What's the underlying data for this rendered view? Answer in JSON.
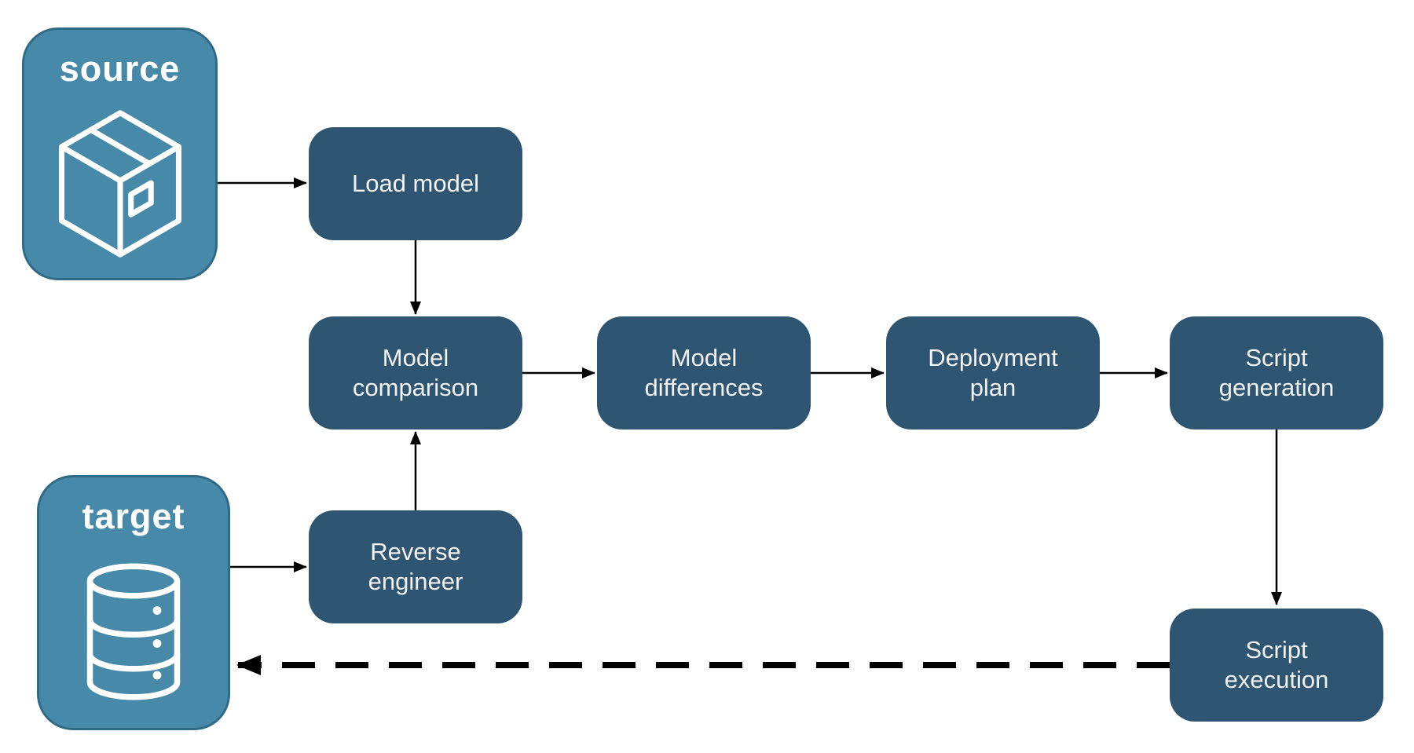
{
  "diagram": {
    "nodes": {
      "source": {
        "label": "source",
        "kind": "endpoint",
        "icon": "package-icon"
      },
      "target": {
        "label": "target",
        "kind": "endpoint",
        "icon": "database-icon"
      },
      "load_model": {
        "label": "Load model",
        "kind": "process"
      },
      "model_comparison": {
        "label": "Model comparison",
        "kind": "process"
      },
      "model_differences": {
        "label": "Model differences",
        "kind": "process"
      },
      "deployment_plan": {
        "label": "Deployment plan",
        "kind": "process"
      },
      "script_generation": {
        "label": "Script generation",
        "kind": "process"
      },
      "reverse_engineer": {
        "label": "Reverse engineer",
        "kind": "process"
      },
      "script_execution": {
        "label": "Script execution",
        "kind": "process"
      }
    },
    "edges": [
      {
        "from": "source",
        "to": "load_model",
        "style": "solid",
        "points": [
          [
            277,
            233
          ],
          [
            390,
            233
          ]
        ]
      },
      {
        "from": "load_model",
        "to": "model_comparison",
        "style": "solid",
        "points": [
          [
            529,
            306
          ],
          [
            529,
            400
          ]
        ]
      },
      {
        "from": "model_comparison",
        "to": "model_differences",
        "style": "solid",
        "points": [
          [
            665,
            475
          ],
          [
            757,
            475
          ]
        ]
      },
      {
        "from": "model_differences",
        "to": "deployment_plan",
        "style": "solid",
        "points": [
          [
            1032,
            475
          ],
          [
            1125,
            475
          ]
        ]
      },
      {
        "from": "deployment_plan",
        "to": "script_generation",
        "style": "solid",
        "points": [
          [
            1400,
            475
          ],
          [
            1486,
            475
          ]
        ]
      },
      {
        "from": "script_generation",
        "to": "script_execution",
        "style": "solid",
        "points": [
          [
            1625,
            547
          ],
          [
            1625,
            770
          ]
        ]
      },
      {
        "from": "target",
        "to": "reverse_engineer",
        "style": "solid",
        "points": [
          [
            293,
            722
          ],
          [
            390,
            722
          ]
        ]
      },
      {
        "from": "reverse_engineer",
        "to": "model_comparison",
        "style": "solid",
        "points": [
          [
            529,
            650
          ],
          [
            529,
            550
          ]
        ]
      },
      {
        "from": "script_execution",
        "to": "target",
        "style": "dashed",
        "points": [
          [
            1489,
            847
          ],
          [
            303,
            847
          ]
        ]
      }
    ],
    "colors": {
      "process_fill": "#2E5571",
      "endpoint_fill": "#4689A8",
      "endpoint_border": "#2F6B85",
      "text": "#F2F2F2",
      "arrow": "#000000",
      "background": "#FFFFFF"
    }
  }
}
